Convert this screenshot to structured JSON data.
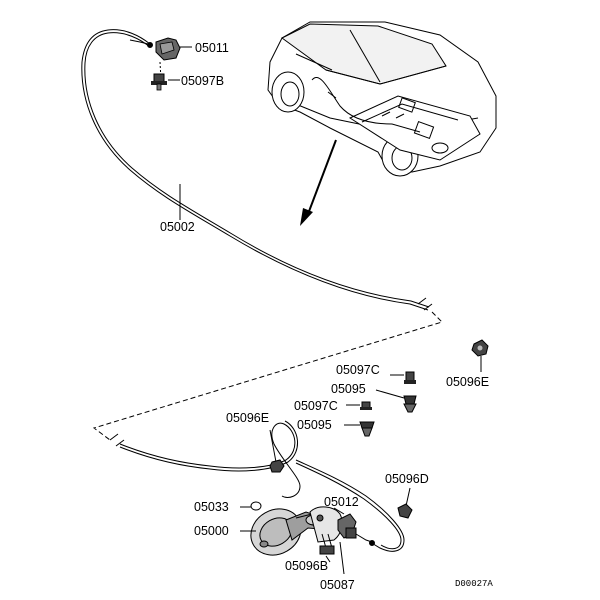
{
  "diagram": {
    "parts": {
      "p05011": "05011",
      "p05097B": "05097B",
      "p05002": "05002",
      "p05097C_a": "05097C",
      "p05095_a": "05095",
      "p05096E_right": "05096E",
      "p05097C_b": "05097C",
      "p05096E_left": "05096E",
      "p05095_b": "05095",
      "p05096D": "05096D",
      "p05033": "05033",
      "p05012": "05012",
      "p05000": "05000",
      "p05096B": "05096B",
      "p05087": "05087"
    },
    "drawing_code": "D00027A"
  }
}
